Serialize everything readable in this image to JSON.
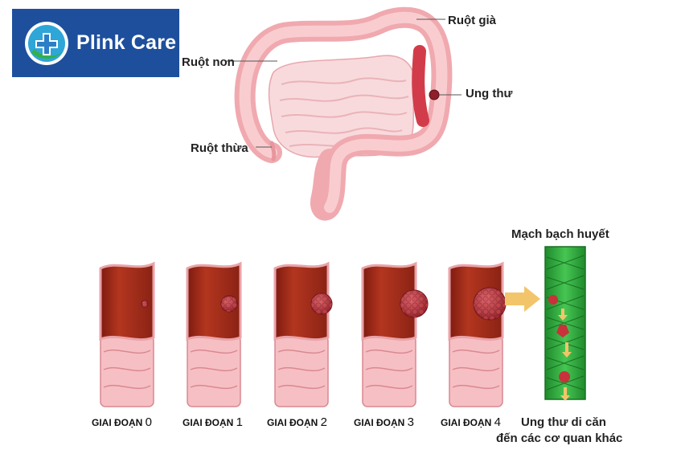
{
  "brand": {
    "name": "Plink Care"
  },
  "anatomy": {
    "large_intestine": "Ruột già",
    "small_intestine": "Ruột non",
    "cancer": "Ung thư",
    "appendix": "Ruột thừa"
  },
  "stages": [
    {
      "label": "GIAI ĐOẠN",
      "number": "0"
    },
    {
      "label": "GIAI ĐOẠN",
      "number": "1"
    },
    {
      "label": "GIAI ĐOẠN",
      "number": "2"
    },
    {
      "label": "GIAI ĐOẠN",
      "number": "3"
    },
    {
      "label": "GIAI ĐOẠN",
      "number": "4"
    }
  ],
  "lymph": {
    "title": "Mạch bạch huyết",
    "metastasis_line1": "Ung thư di căn",
    "metastasis_line2": "đến các cơ quan khác"
  },
  "colors": {
    "logo_bg": "#1d4f9c",
    "intestine": "#f4b9bd",
    "tumor": "#b8323c",
    "colon_inner": "#a92a1c",
    "vessel": "#2fae3c",
    "arrow": "#f3c56a"
  }
}
